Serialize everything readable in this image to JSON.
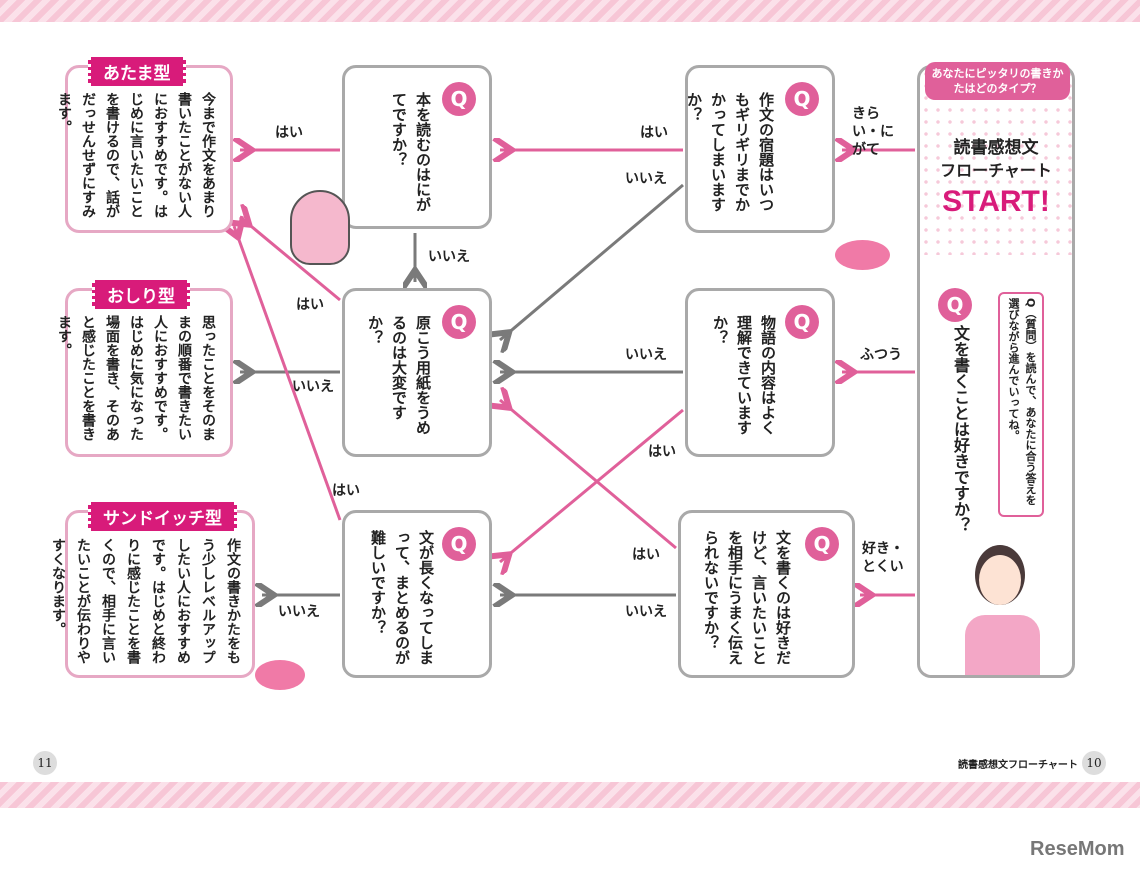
{
  "start": {
    "bubble": "あなたにピッタリの書きかたはどのタイプ？",
    "title1": "読書感想文",
    "title2": "フローチャート",
    "start": "START!",
    "q": "文を書くことは好きですか？",
    "guide": "Q（質問）を読んで、あなたに合う答えを選びながら進んでいってね。"
  },
  "questions": [
    {
      "text": "作文の宿題はいつもギリギリまでかかってしまいますか？"
    },
    {
      "text": "本を読むのはにがてですか？"
    },
    {
      "text": "物語の内容はよく理解できていますか？"
    },
    {
      "text": "原こう用紙をうめるのは大変ですか？"
    },
    {
      "text": "文を書くのは好きだけど、言いたいことを相手にうまく伝えられないですか？"
    },
    {
      "text": "文が長くなってしまって、まとめるのが難しいですか？"
    }
  ],
  "q_badge": "Q",
  "results": [
    {
      "name": "あたま型",
      "text": "今まで作文をあまり書いたことがない人におすすめです。はじめに言いたいことを書けるので、話がだっせんせずにすみます。"
    },
    {
      "name": "おしり型",
      "text": "思ったことをそのままの順番で書きたい人におすすめです。はじめに気になった場面を書き、そのあと感じたことを書きます。"
    },
    {
      "name": "サンドイッチ型",
      "text": "作文の書きかたをもう少しレベルアップしたい人におすすめです。はじめと終わりに感じたことを書くので、相手に言いたいことが伝わりやすくなります。"
    }
  ],
  "answers": {
    "dislike": "きらい・にがて",
    "normal": "ふつう",
    "like": "好き・とくい",
    "yes": "はい",
    "no": "いいえ"
  },
  "footer": {
    "left_page": "11",
    "right_page": "10",
    "title": "読書感想文フローチャート",
    "logo": "ReseMom"
  },
  "colors": {
    "pink": "#e0609a",
    "gray": "#7a7a7a",
    "magenta": "#d81b7a"
  }
}
